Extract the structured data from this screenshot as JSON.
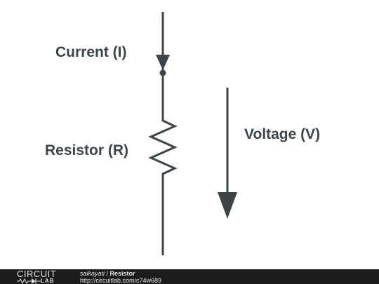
{
  "diagram": {
    "current_label": "Current (I)",
    "resistor_label": "Resistor (R)",
    "voltage_label": "Voltage (V)"
  },
  "colors": {
    "stroke": "#3d4448",
    "footer_bg": "#1c1c1c",
    "footer_text": "#e6e6e6"
  },
  "footer": {
    "logo_top": "CIRCUIT",
    "logo_bottom": "LAB",
    "author": "saikayati",
    "separator": " / ",
    "title": "Resistor",
    "url": "http://circuitlab.com/c74w689"
  }
}
